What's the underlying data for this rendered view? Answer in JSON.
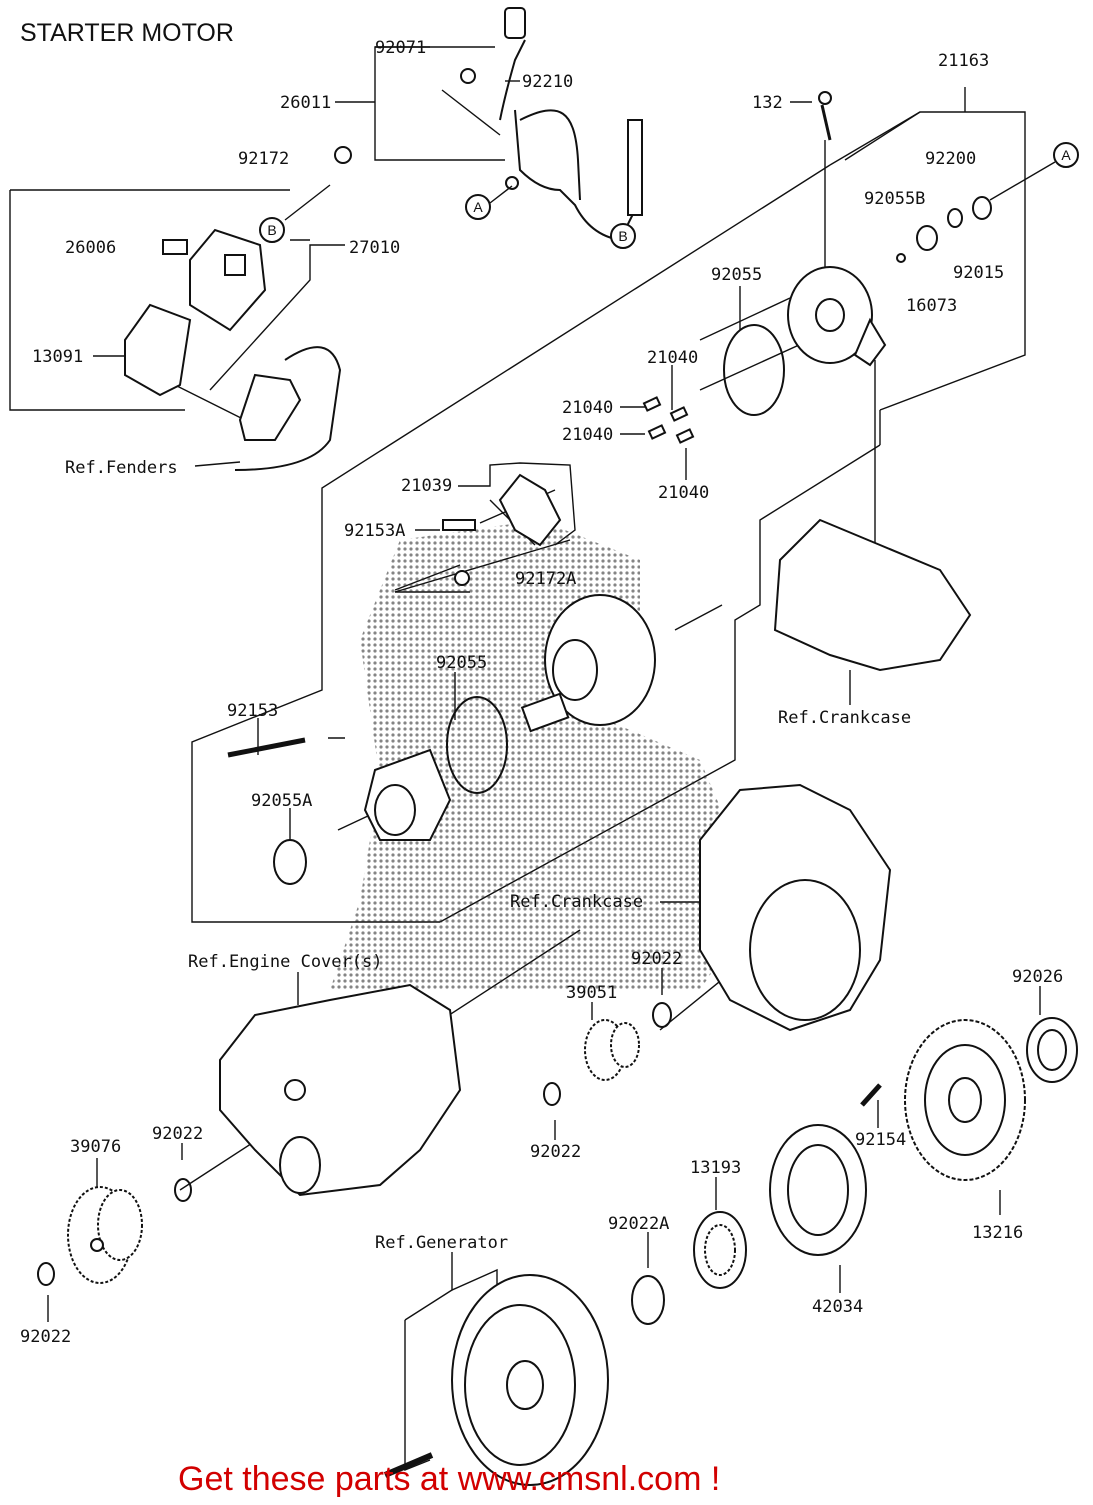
{
  "title": "STARTER MOTOR",
  "promo": "Get these parts at www.cmsnl.com !",
  "callouts": {
    "a": "A",
    "b": "B"
  },
  "part_labels": {
    "p92071": "92071",
    "p92210": "92210",
    "p26011": "26011",
    "p21163": "21163",
    "p132": "132",
    "p92172": "92172",
    "p92200": "92200",
    "p92055B": "92055B",
    "p26006": "26006",
    "p27010": "27010",
    "p92055_top": "92055",
    "p92015": "92015",
    "p16073": "16073",
    "p13091": "13091",
    "p21040_a": "21040",
    "p21040_b": "21040",
    "p21040_c": "21040",
    "p21040_d": "21040",
    "p21039": "21039",
    "p92153A": "92153A",
    "p92172A": "92172A",
    "p92055_mid": "92055",
    "p92153": "92153",
    "p92055A": "92055A",
    "p92022_a": "92022",
    "p92026": "92026",
    "p39051": "39051",
    "p92022_b": "92022",
    "p39076": "39076",
    "p92022_c": "92022",
    "p92154": "92154",
    "p13193": "13193",
    "p13216": "13216",
    "p92022A": "92022A",
    "p42034": "42034",
    "p92022_d": "92022"
  },
  "references": {
    "fenders": "Ref.Fenders",
    "crankcase_upper": "Ref.Crankcase",
    "crankcase_lower": "Ref.Crankcase",
    "engine_cover": "Ref.Engine Cover(s)",
    "generator": "Ref.Generator"
  },
  "colors": {
    "ink": "#111111",
    "promo": "#d20000",
    "background": "#ffffff"
  }
}
